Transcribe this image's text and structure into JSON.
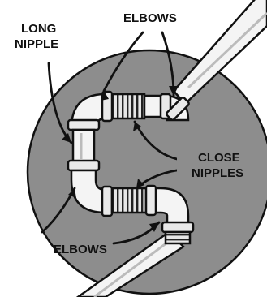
{
  "labels": {
    "long_nipple_line1": "LONG",
    "long_nipple_line2": "NIPPLE",
    "elbows_top": "ELBOWS",
    "close_nipples_line1": "CLOSE",
    "close_nipples_line2": "NIPPLES",
    "elbows_bottom": "ELBOWS"
  },
  "colors": {
    "disc": "#8d8d8d",
    "ink": "#111111",
    "pipe": "#f4f4f4",
    "thread": "#6a6a6a"
  }
}
